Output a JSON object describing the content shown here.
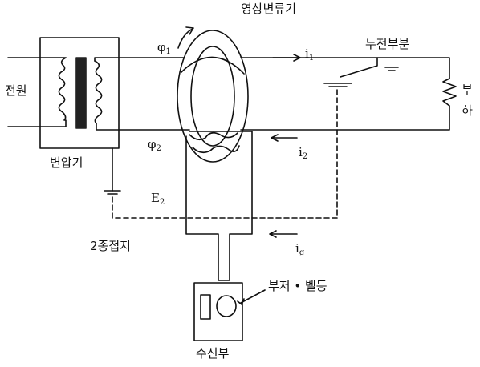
{
  "labels": {
    "zct": "영상변류기",
    "leak_part": "누전부분",
    "power": "전원",
    "transformer": "변압기",
    "load_top": "부",
    "load_bottom": "하",
    "ground": "2종접지",
    "buzzer": "부저 • 벨등",
    "receiver": "수신부"
  },
  "symbols": {
    "phi": "φ",
    "phi1_sub": "1",
    "phi2_sub": "2",
    "i": "i",
    "i1_sub": "1",
    "i2_sub": "2",
    "ig_sub": "g",
    "e": "E",
    "e2_sub": "2"
  },
  "colors": {
    "line": "#111111",
    "core_fill": "#222222"
  }
}
